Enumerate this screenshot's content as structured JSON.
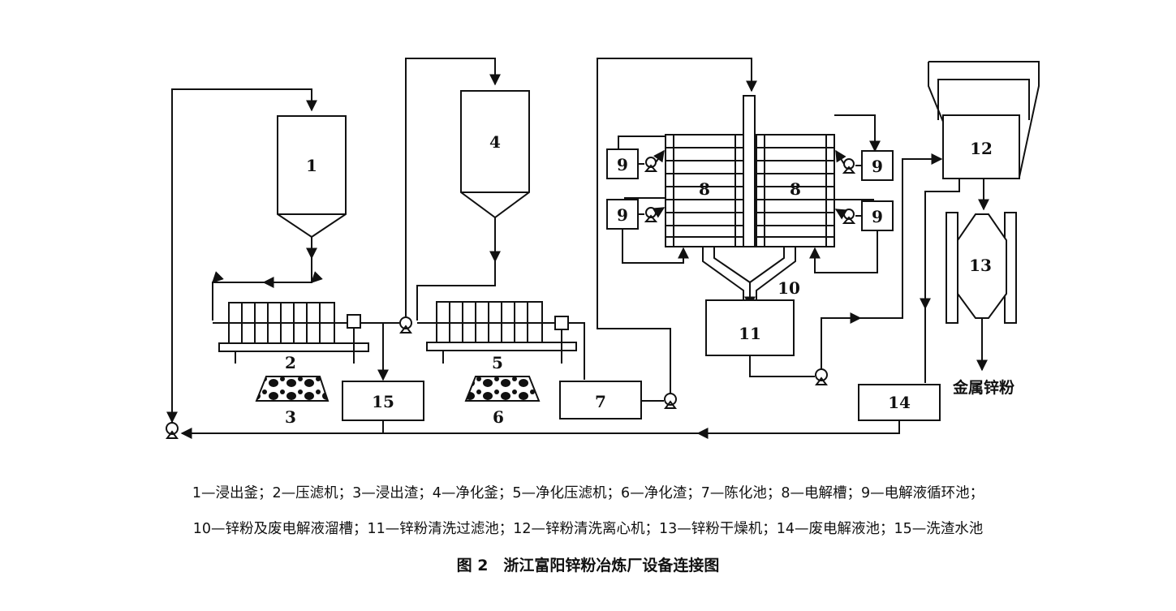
{
  "diagram": {
    "labels": {
      "e1": "1",
      "e2": "2",
      "e3": "3",
      "e4": "4",
      "e5": "5",
      "e6": "6",
      "e7": "7",
      "e8a": "8",
      "e8b": "8",
      "e9a": "9",
      "e9b": "9",
      "e9c": "9",
      "e9d": "9",
      "e10": "10",
      "e11": "11",
      "e12": "12",
      "e13": "13",
      "e14": "14",
      "e15": "15"
    },
    "output_label": "金属锌粉"
  },
  "caption": {
    "legend_line1": "1—浸出釜；2—压滤机；3—浸出渣；4—净化釜；5—净化压滤机；6—净化渣；7—陈化池；8—电解槽；9—电解液循环池；",
    "legend_line2": "10—锌粉及废电解液溜槽；11—锌粉清洗过滤池；12—锌粉清洗离心机；13—锌粉干燥机；14—废电解液池；15—洗渣水池",
    "title": "图 2　浙江富阳锌粉冶炼厂设备连接图"
  }
}
